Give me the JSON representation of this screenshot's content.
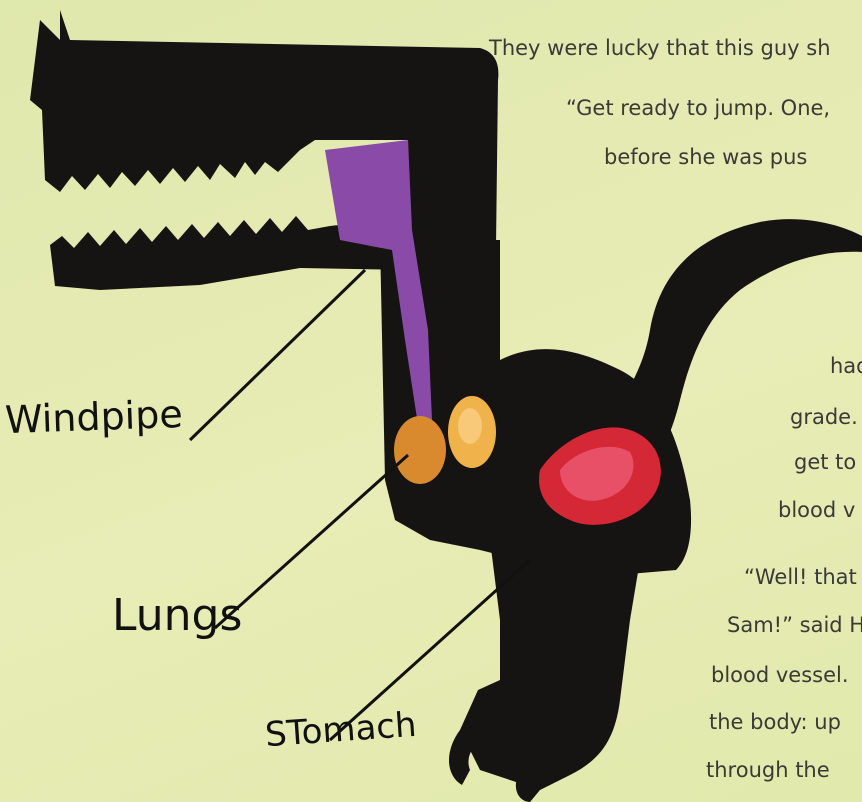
{
  "story": {
    "lines": [
      "They were lucky that this guy sh",
      "“Get ready to jump. One,",
      "before she was pus",
      "had",
      "grade.",
      "get to",
      "blood v",
      "“Well! that",
      "Sam!” said Ha",
      "blood vessel.",
      "the body: up",
      "through the"
    ]
  },
  "labels": {
    "windpipe": "Windpipe",
    "lungs": "Lungs",
    "stomach": "STomach"
  },
  "colors": {
    "background": "#e6ebb2",
    "body": "#151412",
    "windpipe": "#8a4ba8",
    "lungs": "#d98a2e",
    "stomach": "#d52836",
    "text": "#3a3a36"
  }
}
